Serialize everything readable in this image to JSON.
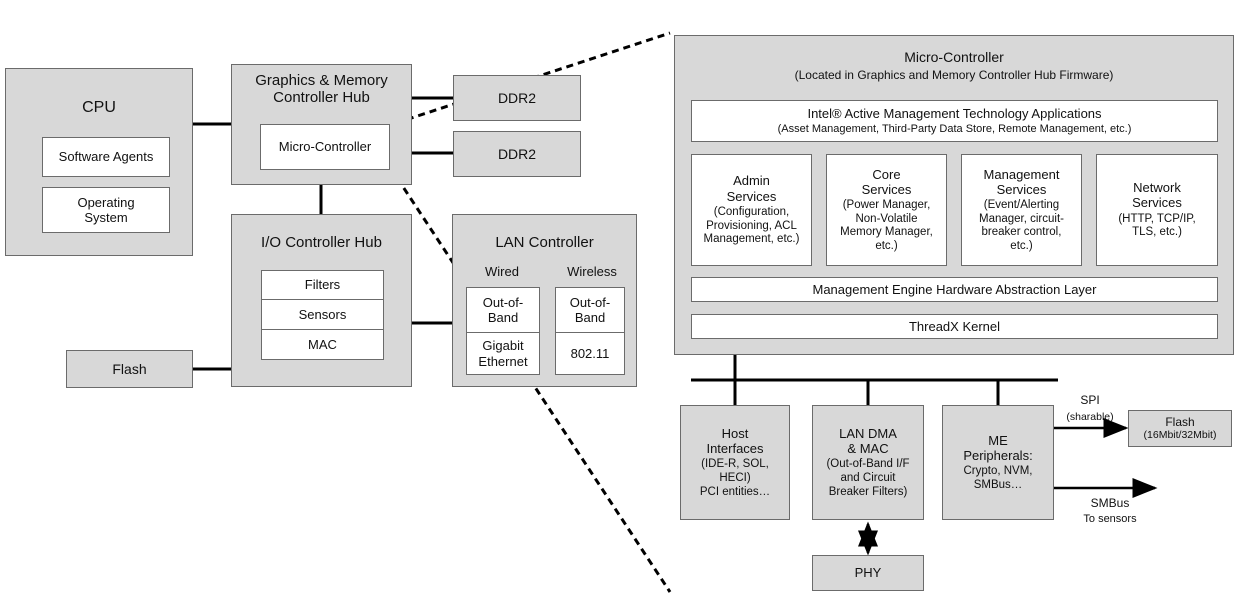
{
  "left": {
    "cpu": {
      "title": "CPU",
      "software_agents": "Software Agents",
      "operating_system": "Operating\nSystem"
    },
    "gmch": {
      "title": "Graphics & Memory\nController Hub",
      "micro_controller": "Micro-Controller"
    },
    "ddr_top": "DDR2",
    "ddr_bottom": "DDR2",
    "ich": {
      "title": "I/O Controller Hub",
      "filters": "Filters",
      "sensors": "Sensors",
      "mac": "MAC"
    },
    "flash": "Flash",
    "lan": {
      "title": "LAN Controller",
      "wired": "Wired",
      "wireless": "Wireless",
      "wired_oob": "Out-of-\nBand",
      "wired_gbe": "Gigabit\nEthernet",
      "wireless_oob": "Out-of-\nBand",
      "wireless_80211": "802.11"
    }
  },
  "right": {
    "title": "Micro-Controller",
    "subtitle": "(Located in Graphics and Memory Controller Hub Firmware)",
    "amt_title": "Intel® Active Management Technology Applications",
    "amt_sub": "(Asset Management, Third-Party Data Store, Remote Management, etc.)",
    "admin": {
      "title": "Admin\nServices",
      "detail": "(Configuration,\nProvisioning, ACL\nManagement, etc.)"
    },
    "core": {
      "title": "Core\nServices",
      "detail": "(Power Manager,\nNon-Volatile\nMemory Manager,\netc.)"
    },
    "management": {
      "title": "Management\nServices",
      "detail": "(Event/Alerting\nManager, circuit-\nbreaker control,\netc.)"
    },
    "network": {
      "title": "Network\nServices",
      "detail": "(HTTP, TCP/IP,\nTLS, etc.)"
    },
    "hal": "Management Engine Hardware Abstraction Layer",
    "kernel": "ThreadX Kernel",
    "host": {
      "title": "Host\nInterfaces",
      "detail": "(IDE-R, SOL,\nHECI)\nPCI entities…"
    },
    "landma": {
      "title": "LAN DMA\n& MAC",
      "detail": "(Out-of-Band I/F\nand Circuit\nBreaker Filters)"
    },
    "me": {
      "title": "ME\nPeripherals:",
      "detail": "Crypto, NVM,\nSMBus…"
    },
    "phy": "PHY",
    "spi_label": "SPI",
    "spi_sub": "(sharable)",
    "flash_title": "Flash",
    "flash_sub": "(16Mbit/32Mbit)",
    "smbus_label": "SMBus",
    "smbus_sub": "To sensors"
  }
}
